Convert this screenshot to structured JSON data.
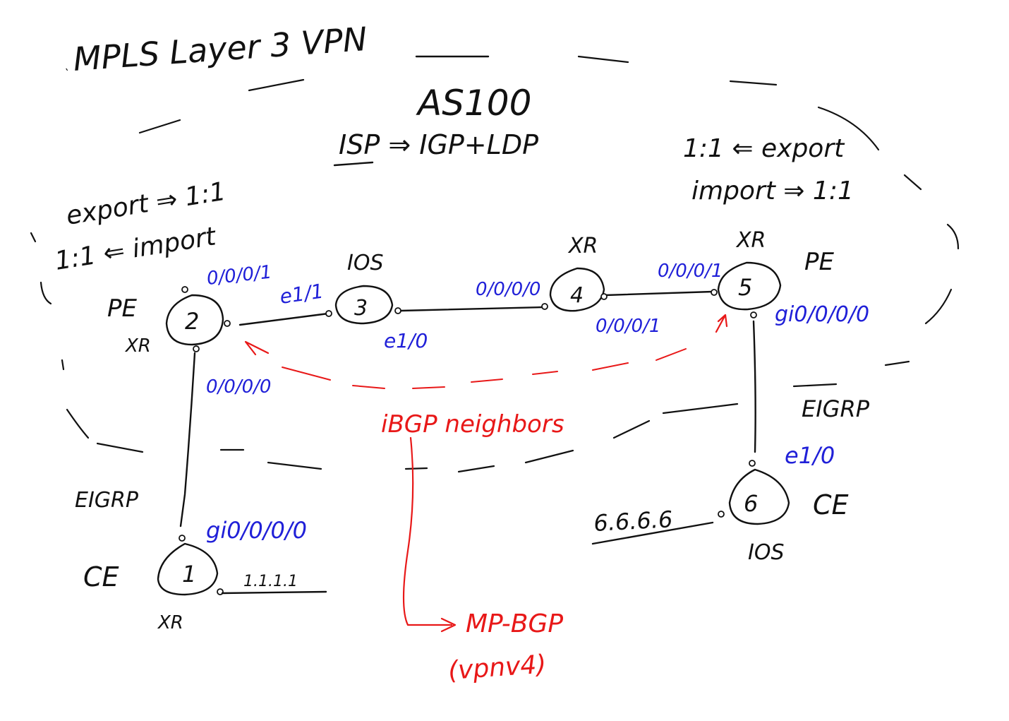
{
  "title": "MPLS Layer 3 VPN",
  "as_label": "AS100",
  "isp_label": "ISP ⇒ IGP+LDP",
  "left_tick": "ˎ",
  "left_policy": {
    "export": "export ⇒ 1:1",
    "import": "1:1 ⇐ import"
  },
  "right_policy": {
    "export": "1:1 ⇐ export",
    "import": "import ⇒ 1:1"
  },
  "routers": {
    "r1": {
      "id": "1",
      "role": "CE",
      "os": "XR"
    },
    "r2": {
      "id": "2",
      "role": "PE",
      "os": "XR"
    },
    "r3": {
      "id": "3",
      "os": "IOS"
    },
    "r4": {
      "id": "4",
      "os": "XR"
    },
    "r5": {
      "id": "5",
      "role": "PE",
      "os": "XR"
    },
    "r6": {
      "id": "6",
      "role": "CE",
      "os": "IOS"
    }
  },
  "interfaces": {
    "r2_r3": "0/0/0/1",
    "r3_r2": "e1/1",
    "r3_r4": "e1/0",
    "r4_r3": "0/0/0/0",
    "r4_r5": "0/0/0/1",
    "r5_r4": "0/0/0/1",
    "r5_r6": "gi0/0/0/0",
    "r2_r1": "0/0/0/0",
    "r1_r2": "gi0/0/0/0",
    "r6_r5": "e1/0"
  },
  "eigrp_left": "EIGRP",
  "eigrp_right": "EIGRP",
  "loopbacks": {
    "r1": "1.1.1.1",
    "r6": "6.6.6.6"
  },
  "ibgp_label": "iBGP neighbors",
  "mpbgp_label": "MP-BGP",
  "mpbgp_afi": "(vpnv4)",
  "colors": {
    "ink": "#111111",
    "interface_blue": "#2020d8",
    "bgp_red": "#e81818"
  }
}
